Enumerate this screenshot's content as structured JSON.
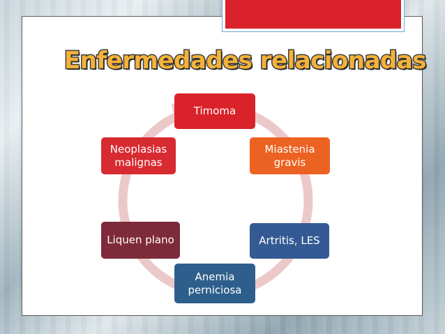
{
  "title": "Enfermedades relacionadas",
  "colors": {
    "title_fill": "#f4b23a",
    "header_accent": "#d9222a",
    "cycle_arrow": "#e8c4c4"
  },
  "cycle": {
    "nodes": [
      {
        "label": "Timoma",
        "color": "#d9222a"
      },
      {
        "label": "Miastenia gravis",
        "color": "#ec6222"
      },
      {
        "label": "Artritis, LES",
        "color": "#345a93"
      },
      {
        "label": "Anemia perniciosa",
        "color": "#2e5f8c"
      },
      {
        "label": "Liquen plano",
        "color": "#7d2a3a"
      },
      {
        "label": "Neoplasias malignas",
        "color": "#d82a31"
      }
    ]
  }
}
